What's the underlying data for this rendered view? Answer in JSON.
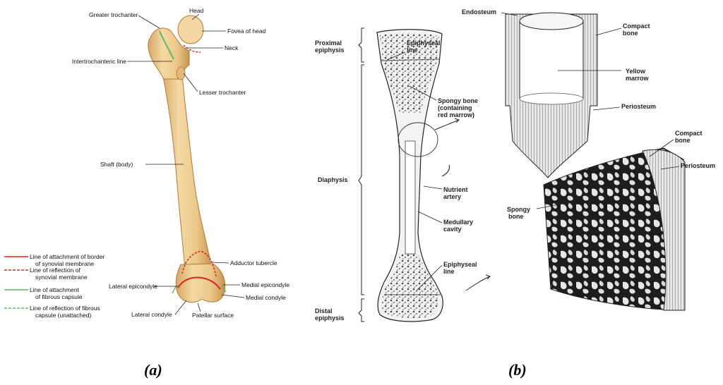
{
  "panel_a": {
    "caption": "(a)",
    "labels": {
      "greater_trochanter": "Greater trochanter",
      "head": "Head",
      "fovea_of_head": "Fovea of head",
      "neck": "Neck",
      "intertrochanteric_line": "Intertrochanteric line",
      "lesser_trochanter": "Lesser trochanter",
      "shaft": "Shaft (body)",
      "adductor_tubercle": "Adductor tubercle",
      "lateral_epicondyle": "Lateral epicondyle",
      "medial_epicondyle": "Medial epicondyle",
      "medial_condyle": "Medial condyle",
      "lateral_condyle": "Lateral condyle",
      "patellar_surface": "Patellar surface"
    },
    "legend": [
      {
        "line1": "Line of attachment of border",
        "line2": "of synovial membrane",
        "color": "#d9261c",
        "style": "solid"
      },
      {
        "line1": "Line of reflection of",
        "line2": "synovial membrane",
        "color": "#d9261c",
        "style": "dashed"
      },
      {
        "line1": "Line of attachment",
        "line2": "of fibrous capsule",
        "color": "#5fb86a",
        "style": "solid"
      },
      {
        "line1": "Line of reflection of fibrous",
        "line2": "capsule (unattached)",
        "color": "#5fb86a",
        "style": "dashed"
      }
    ],
    "bone_color": "#edc98f"
  },
  "panel_b": {
    "caption": "(b)",
    "labels": {
      "proximal_epiphysis_1": "Proximal",
      "proximal_epiphysis_2": "epiphysis",
      "diaphysis": "Diaphysis",
      "distal_epiphysis_1": "Distal",
      "distal_epiphysis_2": "epiphysis",
      "epiphyseal_line_top_1": "Epiphyseal",
      "epiphyseal_line_top_2": "line",
      "spongy_bone_1": "Spongy bone",
      "spongy_bone_2": "(containing",
      "spongy_bone_3": "red marrow)",
      "nutrient_artery_1": "Nutrient",
      "nutrient_artery_2": "artery",
      "medullary_cavity_1": "Medullary",
      "medullary_cavity_2": "cavity",
      "epiphyseal_line_bottom_1": "Epiphyseal",
      "epiphyseal_line_bottom_2": "line",
      "endosteum": "Endosteum",
      "compact_bone_top_1": "Compact",
      "compact_bone_top_2": "bone",
      "yellow_marrow_1": "Yellow",
      "yellow_marrow_2": "marrow",
      "periosteum_top": "Periosteum",
      "compact_bone_bottom_1": "Compact",
      "compact_bone_bottom_2": "bone",
      "periosteum_bottom": "Periosteum",
      "spongy_bone_detail_1": "Spongy",
      "spongy_bone_detail_2": "bone"
    }
  }
}
